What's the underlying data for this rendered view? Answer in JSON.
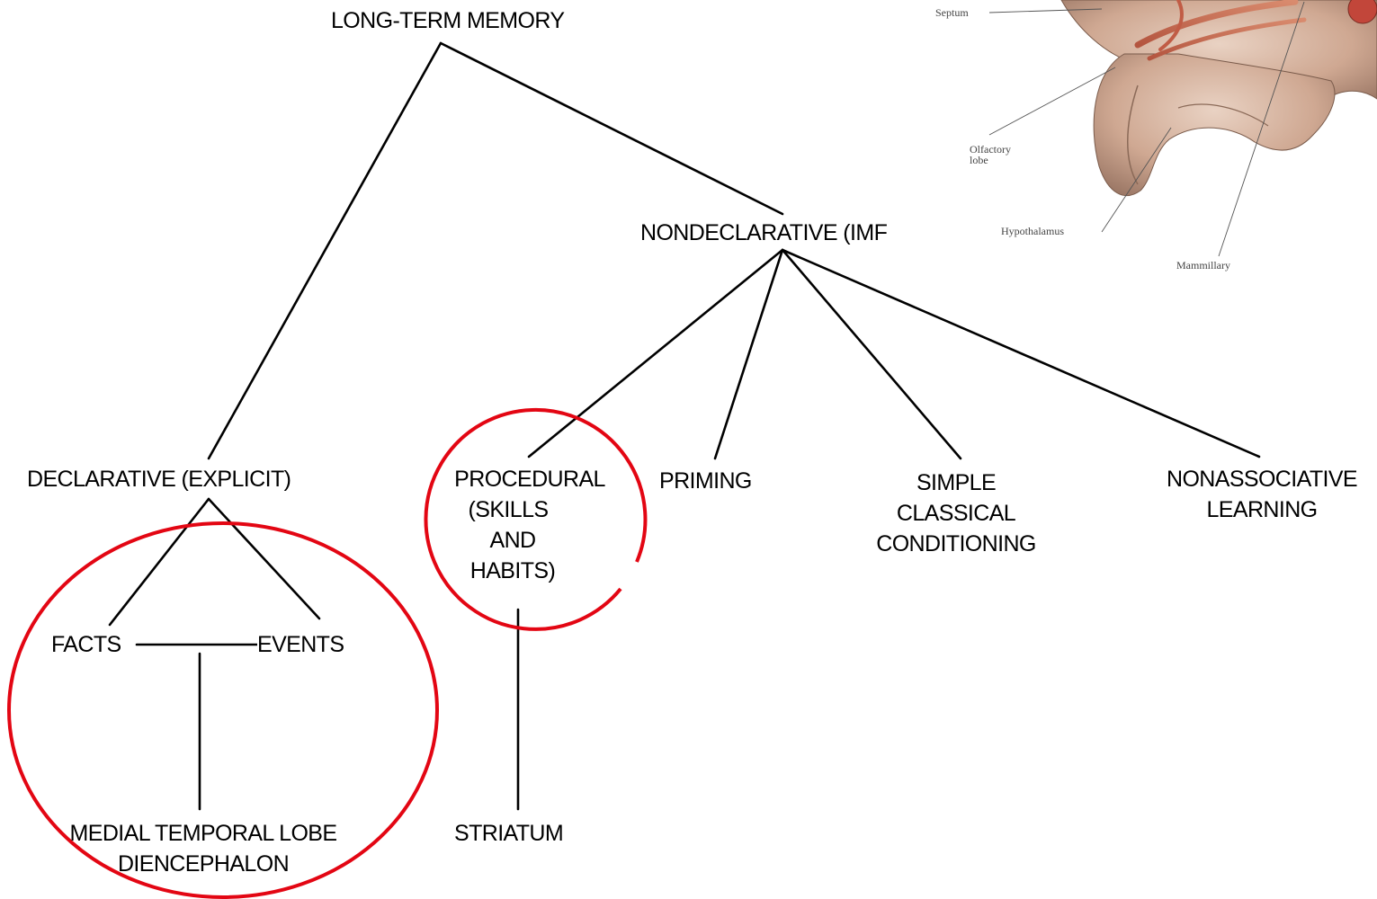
{
  "diagram": {
    "root": "LONG-TERM MEMORY",
    "declarative": "DECLARATIVE (EXPLICIT)",
    "nondeclarative": "NONDECLARATIVE (IMF",
    "facts": "FACTS",
    "events": "EVENTS",
    "declarative_region": [
      "MEDIAL TEMPORAL LOBE",
      "DIENCEPHALON"
    ],
    "procedural": [
      "PROCEDURAL",
      "(SKILLS",
      "AND",
      "HABITS)"
    ],
    "procedural_region": "STRIATUM",
    "priming": "PRIMING",
    "classical": [
      "SIMPLE",
      "CLASSICAL",
      "CONDITIONING"
    ],
    "nonassociative": [
      "NONASSOCIATIVE",
      "LEARNING"
    ]
  },
  "brain_illustration": {
    "labels": {
      "septum": "Septum",
      "olfactory": [
        "Olfactory",
        "lobe"
      ],
      "hypothalamus": "Hypothalamus",
      "mammillary": "Mammillary"
    }
  },
  "colors": {
    "highlight_circle": "#e30613",
    "lines": "#000000"
  }
}
